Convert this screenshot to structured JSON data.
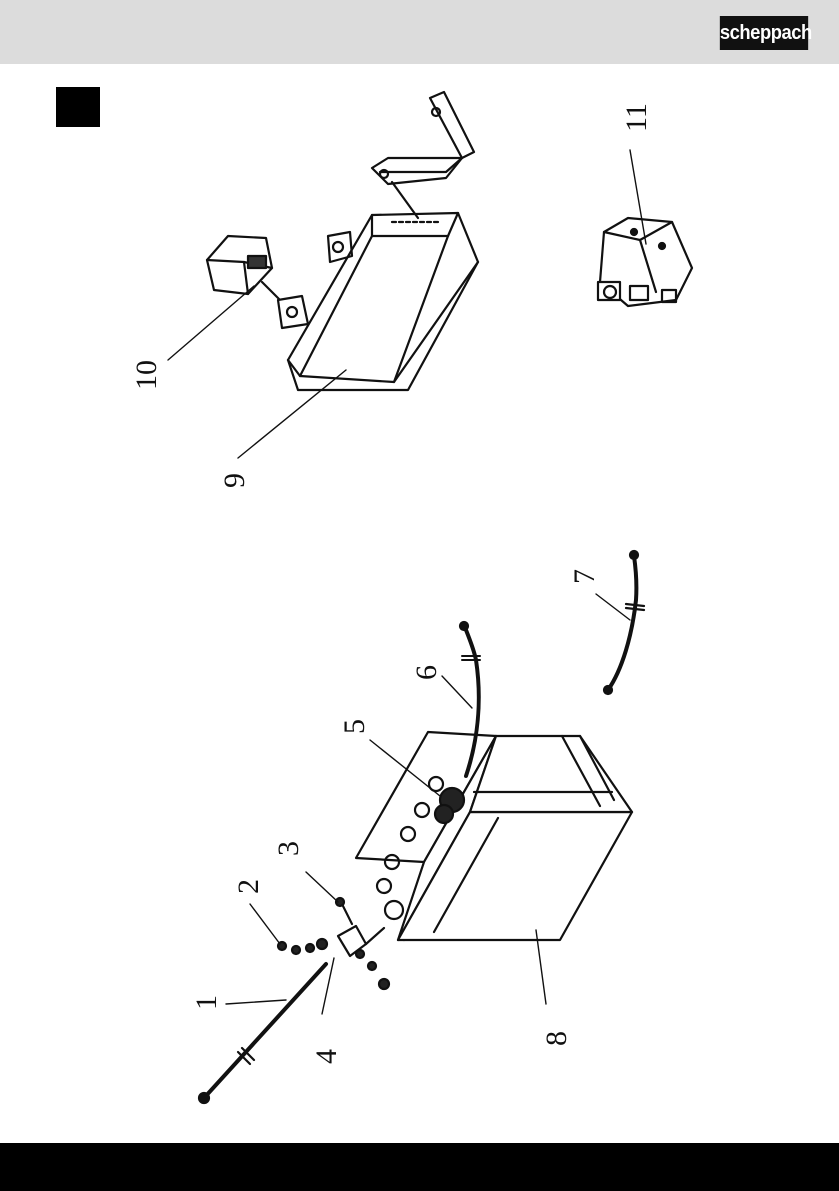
{
  "header": {
    "brand": "scheppach",
    "bar_color": "#dcdcdc",
    "logo_bg": "#111111"
  },
  "figure": {
    "callouts": [
      "1",
      "2",
      "3",
      "4",
      "5",
      "6",
      "7",
      "8",
      "9",
      "10",
      "11"
    ]
  },
  "footer": {
    "bar_color": "#000000"
  }
}
